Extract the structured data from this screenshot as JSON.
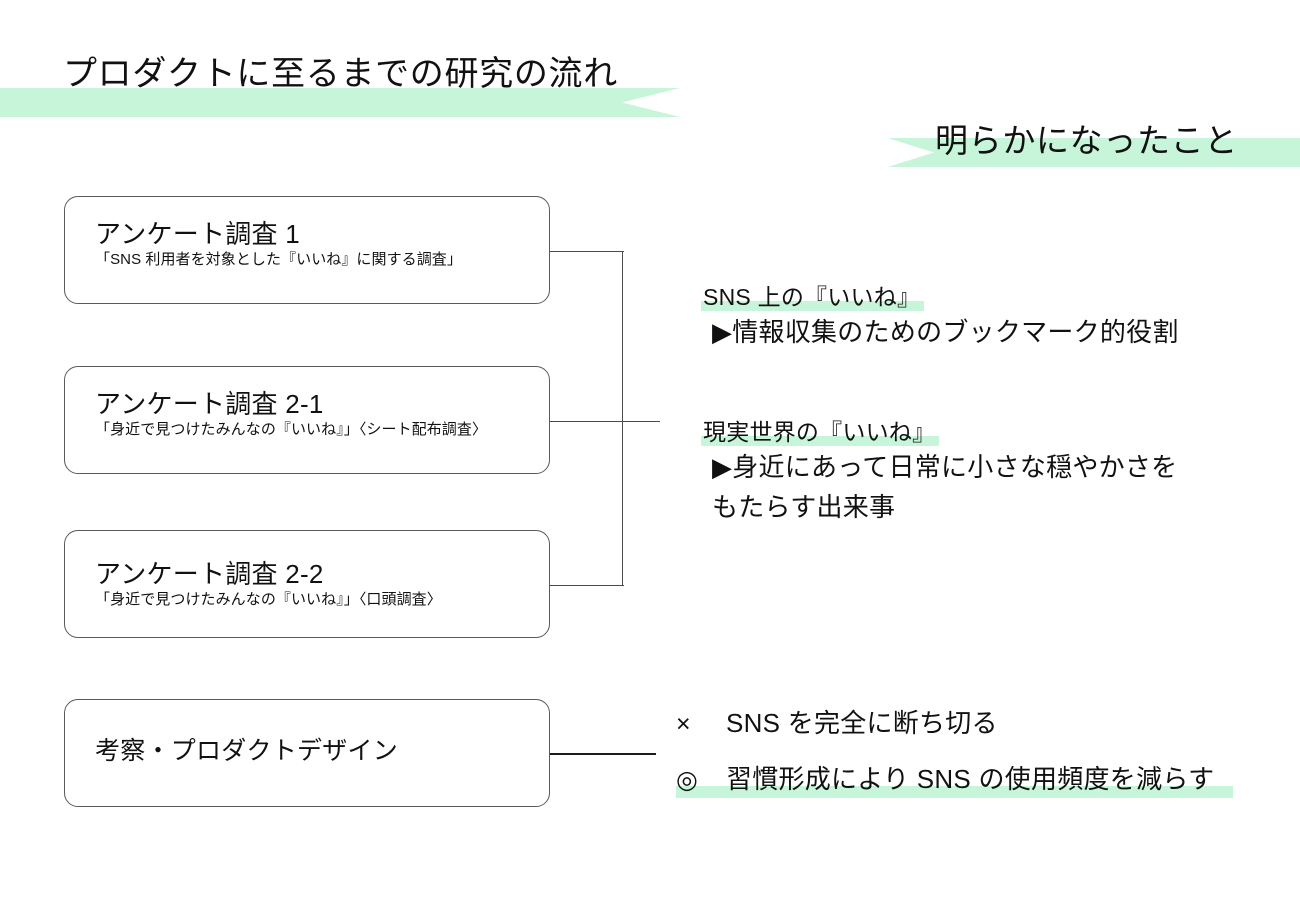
{
  "banners": {
    "left": {
      "title": "プロダクトに至るまでの研究の流れ",
      "fill": "#c6f5d9",
      "notch": "chevron-notch-right"
    },
    "right": {
      "title": "明らかになったこと",
      "fill": "#c6f5d9",
      "notch": "arrow-point-left"
    }
  },
  "flow": {
    "boxes": [
      {
        "title": "アンケート調査 1",
        "subtitle": "「SNS 利用者を対象とした『いいね』に関する調査」"
      },
      {
        "title": "アンケート調査 2-1",
        "subtitle": "「身近で見つけたみんなの『いいね』」〈シート配布調査〉"
      },
      {
        "title": "アンケート調査 2-2",
        "subtitle": "「身近で見つけたみんなの『いいね』」〈口頭調査〉"
      },
      {
        "title": "考察・プロダクトデザイン",
        "subtitle": ""
      }
    ]
  },
  "findings": [
    {
      "heading": "SNS 上の『いいね』",
      "lines": [
        "▶情報収集のためのブックマーク的役割"
      ]
    },
    {
      "heading": "現実世界の『いいね』",
      "lines": [
        "▶身近にあって日常に小さな穏やかさを",
        "もたらす出来事"
      ]
    }
  ],
  "conclusions": [
    {
      "mark": "×",
      "text": "SNS を完全に断ち切る",
      "highlighted": false
    },
    {
      "mark": "◎",
      "text": "習慣形成により SNS の使用頻度を減らす",
      "highlighted": true
    }
  ],
  "colors": {
    "accent_green": "#c6f5d9",
    "text": "#111111",
    "box_border": "#5a5a5a",
    "connector": "#4b4b4b",
    "background": "#ffffff"
  }
}
